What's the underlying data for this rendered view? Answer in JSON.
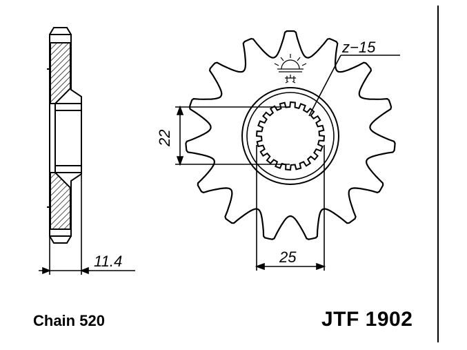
{
  "dimensions": {
    "thickness": "11.4",
    "bore_flat": "22",
    "spline_diameter": "25",
    "teeth": "z−15"
  },
  "footer": {
    "chain": "Chain 520",
    "part_number": "JTF 1902"
  },
  "sprocket": {
    "teeth_count": 15
  },
  "colors": {
    "ink": "#000000",
    "hatch_fill": "#ffffff"
  }
}
